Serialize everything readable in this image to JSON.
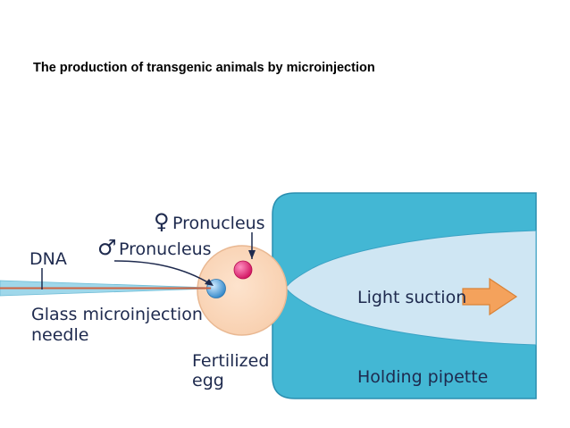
{
  "title": "The production of transgenic animals by microinjection",
  "labels": {
    "female_pronucleus": "Pronucleus",
    "male_pronucleus": "Pronucleus",
    "dna": "DNA",
    "needle_line1": "Glass microinjection",
    "needle_line2": "needle",
    "egg_line1": "Fertilized",
    "egg_line2": "egg",
    "light_suction": "Light suction",
    "holding_pipette": "Holding pipette"
  },
  "symbols": {
    "female": "♀",
    "male": "♂"
  },
  "colors": {
    "pipette_outer": "#43b7d4",
    "pipette_inner": "#cfe6f3",
    "egg": "#fbd9bf",
    "female_pronucleus": "#e0196e",
    "male_pronucleus": "#4ea0d9",
    "arrow": "#f4a25c",
    "label_text": "#1e2a4e",
    "needle": "#9fd7ea",
    "dna_line": "#d0623f"
  }
}
